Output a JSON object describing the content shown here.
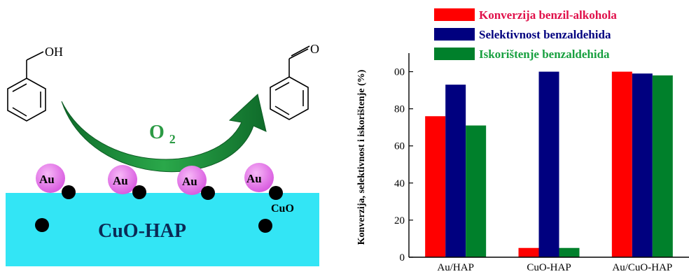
{
  "scheme": {
    "reactant_group": "OH",
    "product_group": "O",
    "oxidant_symbol": "O",
    "oxidant_subscript": "2",
    "particle_label": "Au",
    "support_label": "CuO-HAP",
    "dopant_label": "CuO",
    "colors": {
      "support": "#33e5f5",
      "gold_particle": "#e070e8",
      "arrow": "#1f8f3a",
      "cuo_dot": "#000000"
    }
  },
  "chart_data": {
    "type": "bar",
    "ylabel": "Konverzija, selektivnost i iskorištenje (%)",
    "categories": [
      "Au/HAP",
      "CuO-HAP",
      "Au/CuO-HAP"
    ],
    "series": [
      {
        "name": "Konverzija benzil-alkohola",
        "color": "#ff0000",
        "values": [
          76,
          5,
          100
        ]
      },
      {
        "name": "Selektivnost benzaldehida",
        "color": "#00007f",
        "values": [
          93,
          100,
          99
        ]
      },
      {
        "name": "Iskorištenje benzaldehida",
        "color": "#00802b",
        "values": [
          71,
          5,
          98
        ]
      }
    ],
    "ylim": [
      0,
      110
    ],
    "yticks": [
      0,
      20,
      40,
      60,
      80,
      100
    ],
    "ytick_labels": [
      "0",
      "20",
      "40",
      "60",
      "80",
      "00"
    ],
    "legend_position": "top",
    "grid": false
  }
}
